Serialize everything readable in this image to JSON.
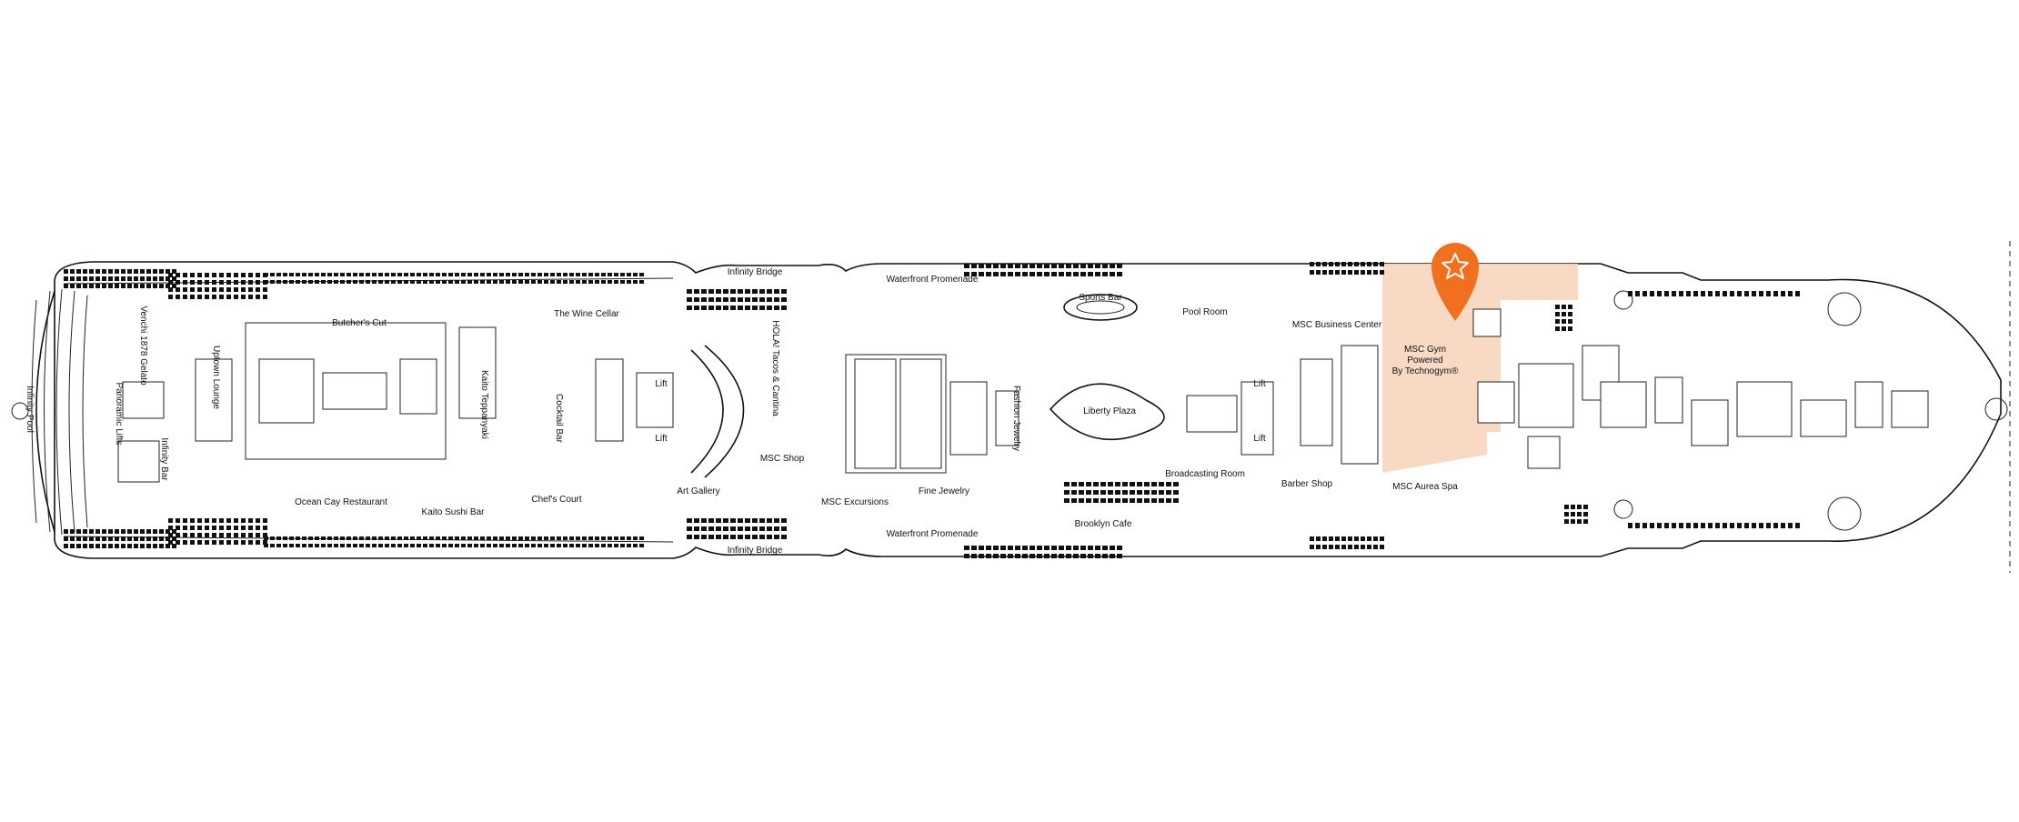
{
  "highlight": {
    "color": "#f8d7c1",
    "marker_color": "#f07020",
    "marker_icon": "star-icon"
  },
  "labels": {
    "infinity_pool": "Infinity Pool",
    "panoramic_lifts": "Panoramic Lifts",
    "venchi": "Venchi 1878 Gelato",
    "infinity_bar": "Infinity Bar",
    "uptown_lounge": "Uptown Lounge",
    "butchers_cut": "Butcher's Cut",
    "kaito_teppanyaki": "Kaito Teppanyaki",
    "ocean_cay": "Ocean Cay Restaurant",
    "kaito_sushi": "Kaito Sushi Bar",
    "wine_cellar": "The Wine Cellar",
    "cocktail_bar": "Cocktail Bar",
    "chefs_court": "Chef's Court",
    "lift_top_1": "Lift",
    "lift_bottom_1": "Lift",
    "art_gallery": "Art Gallery",
    "infinity_bridge_top": "Infinity Bridge",
    "infinity_bridge_bottom": "Infinity Bridge",
    "hola_tacos": "HOLA! Tacos & Cantina",
    "msc_shop": "MSC Shop",
    "msc_excursions": "MSC Excursions",
    "waterfront_top": "Waterfront Promenade",
    "waterfront_bottom": "Waterfront Promenade",
    "fine_jewelry": "Fine Jewelry",
    "fashion_jewelry": "Fashion Jewelry",
    "sports_bar": "Sports Bar",
    "liberty_plaza": "Liberty Plaza",
    "brooklyn_cafe": "Brooklyn Cafe",
    "broadcasting_room": "Broadcasting Room",
    "pool_room": "Pool Room",
    "business_center": "MSC Business Center",
    "lift_top_2": "Lift",
    "lift_bottom_2": "Lift",
    "barber_shop": "Barber Shop",
    "gym": "MSC Gym Powered By Technogym®",
    "gym_line1": "MSC Gym",
    "gym_line2": "Powered",
    "gym_line3": "By Technogym®",
    "aurea_spa": "MSC Aurea Spa"
  }
}
